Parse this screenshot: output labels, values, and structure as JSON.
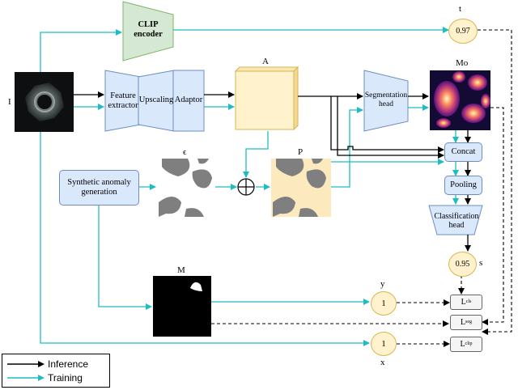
{
  "labels": {
    "t": "t",
    "clip_encoder": "CLIP encoder",
    "t_value": "0.97",
    "I": "I",
    "feature_extractor": "Feature extractor",
    "upscaling": "Upscaling",
    "adaptor": "Adaptor",
    "A": "A",
    "segmentation_head": "Segmentation head",
    "Mo": "Mo",
    "epsilon": "ϵ",
    "P": "P",
    "synthetic_anomaly": "Synthetic anomaly generation",
    "concat": "Concat",
    "pooling": "Pooling",
    "classification_head": "Classification head",
    "s_value": "0.95",
    "s": "s",
    "M": "M",
    "y": "y",
    "y_value": "1",
    "x": "x",
    "x_value": "1",
    "l_cls": "L",
    "l_cls_sub": "cls",
    "l_seg": "L",
    "l_seg_sub": "seg",
    "l_clip": "L",
    "l_clip_sub": "clip"
  },
  "legend": {
    "inference": "Inference",
    "training": "Training"
  },
  "colors": {
    "inference": "#000000",
    "training": "#1fbcc4",
    "clip_fill": "#d5e8d4",
    "clip_stroke": "#82b366",
    "block_fill": "#dae8fc",
    "block_stroke": "#6c8ebf",
    "feature_fill": "#fff2cc",
    "feature_stroke": "#d6b656"
  }
}
